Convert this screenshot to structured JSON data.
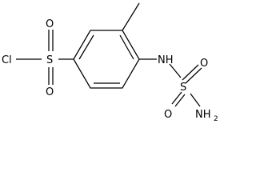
{
  "molecule": {
    "labels": {
      "cl": "Cl",
      "s_left": "S",
      "o_left_top": "O",
      "o_left_bottom": "O",
      "nh": "NH",
      "s_right": "S",
      "o_right_top": "O",
      "o_right_right": "O",
      "nh2_main": "NH",
      "nh2_sub": "2"
    },
    "line_color": "#000000",
    "background": "#ffffff"
  }
}
